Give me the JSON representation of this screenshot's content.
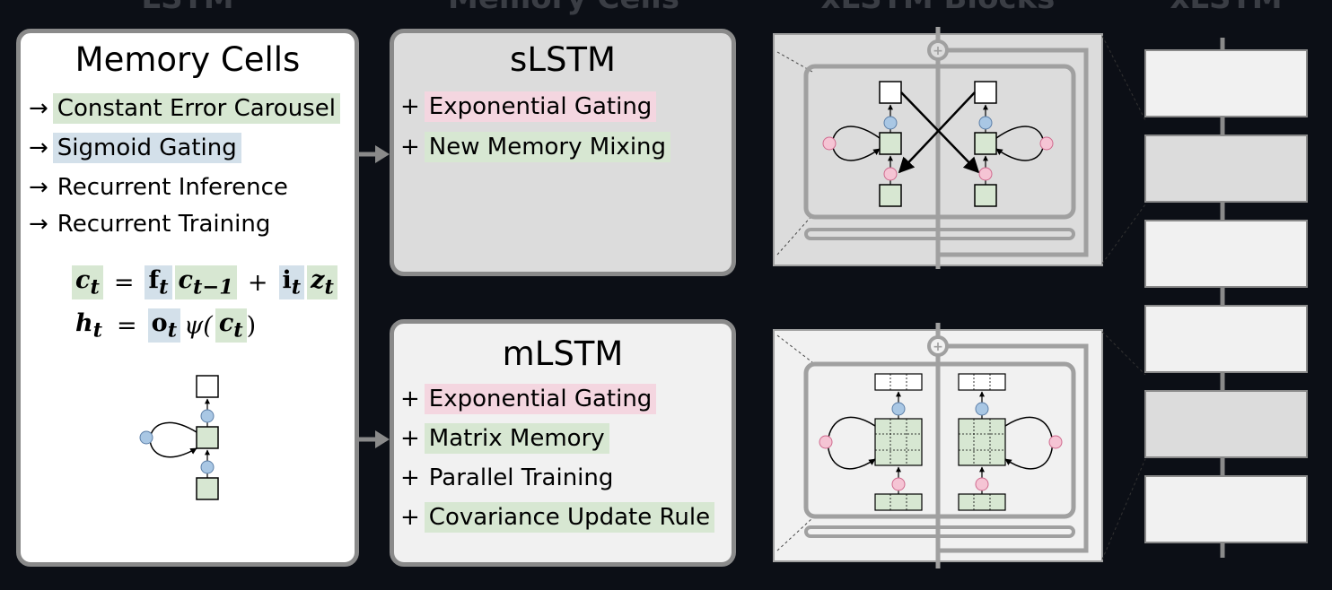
{
  "section_headers": {
    "lstm": "LSTM",
    "memory_cells": "Memory Cells",
    "xlstm_blocks": "xLSTM Blocks",
    "xlstm": "xLSTM"
  },
  "lstm_panel": {
    "title": "Memory Cells",
    "arrow_prefix": "→",
    "items": [
      "Constant Error Carousel",
      "Sigmoid Gating",
      "Recurrent Inference",
      "Recurrent Training"
    ],
    "equation1": {
      "lhs": "c",
      "lhs_sub": "t",
      "f": "f",
      "f_sub": "t",
      "c_prev": "c",
      "c_prev_sub": "t−1",
      "i": "i",
      "i_sub": "t",
      "z": "z",
      "z_sub": "t",
      "eq": "=",
      "plus": "+"
    },
    "equation2": {
      "lhs": "h",
      "lhs_sub": "t",
      "o": "o",
      "o_sub": "t",
      "psi": "ψ(",
      "c": "c",
      "c_sub": "t",
      "close": ")",
      "eq": "="
    }
  },
  "slstm_panel": {
    "title": "sLSTM",
    "plus_prefix": "+",
    "items": [
      "Exponential Gating",
      "New Memory Mixing"
    ]
  },
  "mlstm_panel": {
    "title": "mLSTM",
    "plus_prefix": "+",
    "items": [
      "Exponential Gating",
      "Matrix Memory",
      "Parallel Training",
      "Covariance Update Rule"
    ]
  },
  "colors": {
    "background": "#0c0f16",
    "highlight_green": "#d7e7d2",
    "highlight_blue": "#d3e0ea",
    "highlight_pink": "#f4d6e0",
    "panel_border": "#8a8a8a",
    "gate_blue": "#a9c7e4",
    "gate_pink": "#f5c4d4"
  },
  "icons": [
    "residual-add-icon",
    "gate-circle-icon",
    "cell-square-icon",
    "flow-arrow-icon"
  ]
}
